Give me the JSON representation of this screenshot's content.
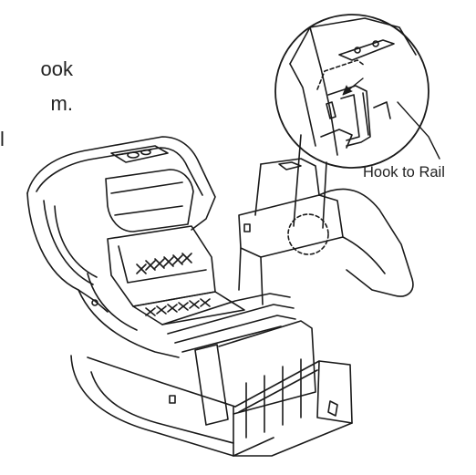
{
  "side_text": [
    "ook",
    "m.",
    "l"
  ],
  "callout_label": "Hook to Rail"
}
